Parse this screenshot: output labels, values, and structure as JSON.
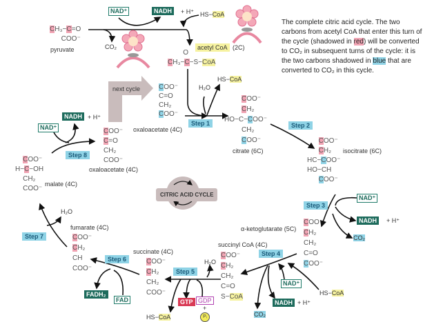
{
  "caption": {
    "parts": [
      {
        "t": "The complete citric acid cycle. The two carbons from acetyl CoA that enter this turn of the cycle (shadowed in "
      },
      {
        "t": "red",
        "c": "red"
      },
      {
        "t": ") will be converted to CO₂ in subsequent turns of the cycle: it is the two carbons shadowed in "
      },
      {
        "t": "blue",
        "c": "blue"
      },
      {
        "t": " that are converted to CO₂ in this cycle."
      }
    ]
  },
  "center_label": "CITRIC ACID CYCLE",
  "next_cycle": "next cycle",
  "labels": {
    "pyruvate": "pyruvate",
    "acetyl_coa": "acetyl CoA",
    "acetyl_2c": "(2C)",
    "oxaloacetate_top": "oxaloacetate (4C)",
    "citrate": "citrate (6C)",
    "isocitrate": "isocitrate (6C)",
    "akg": "α-ketoglutarate (5C)",
    "succinyl": "succinyl CoA (4C)",
    "succinate": "succinate (4C)",
    "fumarate": "fumarate (4C)",
    "malate": "malate (4C)",
    "oxaloacetate_left": "oxaloacetate (4C)"
  },
  "steps": [
    "Step 1",
    "Step 2",
    "Step 3",
    "Step 4",
    "Step 5",
    "Step 6",
    "Step 7",
    "Step 8"
  ],
  "cofactors": {
    "nad": "NAD⁺",
    "nadh": "NADH",
    "h": "+ H⁺",
    "co2": "CO₂",
    "hscoa_hs": "HS−",
    "coa": "CoA",
    "h2o": "H₂O",
    "fadh2": "FADH₂",
    "fad": "FAD",
    "gtp": "GTP",
    "gdp": "GDP",
    "plus": "+",
    "pi": "Pᵢ"
  },
  "molecules": {
    "pyruvate": [
      [
        {
          "t": "C",
          "c": "red"
        },
        {
          "t": "H₃−"
        },
        {
          "t": "C",
          "c": "red"
        },
        {
          "t": "=O"
        }
      ],
      [
        {
          "t": "      COO⁻"
        }
      ]
    ],
    "acetyl": [
      [
        {
          "t": "        O"
        }
      ],
      [
        {
          "t": "C",
          "c": "red"
        },
        {
          "t": "H₃−"
        },
        {
          "t": "C",
          "c": "red"
        },
        {
          "t": "−S−"
        },
        {
          "t": "CoA",
          "c": "yel"
        }
      ]
    ],
    "oxaloacetate_top": [
      [
        {
          "t": "C",
          "c": "blue"
        },
        {
          "t": "OO⁻"
        }
      ],
      [
        {
          "t": "C=O"
        }
      ],
      [
        {
          "t": "CH₂"
        }
      ],
      [
        {
          "t": "C",
          "c": "blue"
        },
        {
          "t": "OO⁻"
        }
      ]
    ],
    "citrate": [
      [
        {
          "t": "         "
        },
        {
          "t": "C",
          "c": "red"
        },
        {
          "t": "OO⁻"
        }
      ],
      [
        {
          "t": "         "
        },
        {
          "t": "C",
          "c": "red"
        },
        {
          "t": "H₂"
        }
      ],
      [
        {
          "t": "HO−C−"
        },
        {
          "t": "C",
          "c": "blue"
        },
        {
          "t": "OO⁻"
        }
      ],
      [
        {
          "t": "         CH₂"
        }
      ],
      [
        {
          "t": "         "
        },
        {
          "t": "C",
          "c": "blue"
        },
        {
          "t": "OO⁻"
        }
      ]
    ],
    "isocitrate": [
      [
        {
          "t": "      "
        },
        {
          "t": "C",
          "c": "red"
        },
        {
          "t": "OO⁻"
        }
      ],
      [
        {
          "t": "      "
        },
        {
          "t": "C",
          "c": "red"
        },
        {
          "t": "H₂"
        }
      ],
      [
        {
          "t": "HC−"
        },
        {
          "t": "C",
          "c": "blue"
        },
        {
          "t": "OO⁻"
        }
      ],
      [
        {
          "t": "HO−CH"
        }
      ],
      [
        {
          "t": "      "
        },
        {
          "t": "C",
          "c": "blue"
        },
        {
          "t": "OO⁻"
        }
      ]
    ],
    "akg": [
      [
        {
          "t": "C",
          "c": "red"
        },
        {
          "t": "OO⁻"
        }
      ],
      [
        {
          "t": "C",
          "c": "red"
        },
        {
          "t": "H₂"
        }
      ],
      [
        {
          "t": "CH₂"
        }
      ],
      [
        {
          "t": "C=O"
        }
      ],
      [
        {
          "t": "C",
          "c": "blue"
        },
        {
          "t": "OO⁻"
        }
      ]
    ],
    "succinyl": [
      [
        {
          "t": "C",
          "c": "red"
        },
        {
          "t": "OO⁻"
        }
      ],
      [
        {
          "t": "C",
          "c": "red"
        },
        {
          "t": "H₂"
        }
      ],
      [
        {
          "t": "CH₂"
        }
      ],
      [
        {
          "t": "C=O"
        }
      ],
      [
        {
          "t": "S−"
        },
        {
          "t": "CoA",
          "c": "yel"
        }
      ]
    ],
    "succinate": [
      [
        {
          "t": "C",
          "c": "red"
        },
        {
          "t": "OO⁻"
        }
      ],
      [
        {
          "t": "C",
          "c": "red"
        },
        {
          "t": "H₂"
        }
      ],
      [
        {
          "t": "CH₂"
        }
      ],
      [
        {
          "t": "COO⁻"
        }
      ]
    ],
    "fumarate": [
      [
        {
          "t": "C",
          "c": "red"
        },
        {
          "t": "OO⁻"
        }
      ],
      [
        {
          "t": "C",
          "c": "red"
        },
        {
          "t": "H₂"
        }
      ],
      [
        {
          "t": "CH"
        }
      ],
      [
        {
          "t": "COO⁻"
        }
      ]
    ],
    "malate": [
      [
        {
          "t": "    "
        },
        {
          "t": "C",
          "c": "red"
        },
        {
          "t": "OO⁻"
        }
      ],
      [
        {
          "t": "H−"
        },
        {
          "t": "C",
          "c": "red"
        },
        {
          "t": "−OH"
        }
      ],
      [
        {
          "t": "    CH₂"
        }
      ],
      [
        {
          "t": "    COO⁻"
        }
      ]
    ],
    "oxaloacetate_left": [
      [
        {
          "t": "C",
          "c": "red"
        },
        {
          "t": "OO⁻"
        }
      ],
      [
        {
          "t": "C",
          "c": "red"
        },
        {
          "t": "=O"
        }
      ],
      [
        {
          "t": "CH₂"
        }
      ],
      [
        {
          "t": "COO⁻"
        }
      ]
    ]
  },
  "colors": {
    "red": "#f1a3b3",
    "blue": "#8fd3e6",
    "nadh": "#1d6b5c",
    "gtp": "#d93a55",
    "yellow": "#f6f2a0",
    "cycle": "#c9bcbc"
  }
}
